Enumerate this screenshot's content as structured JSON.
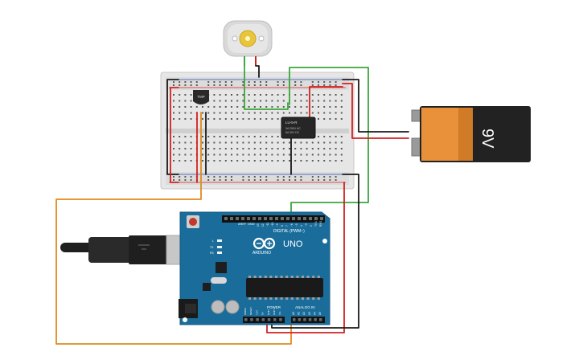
{
  "board": {
    "model": "UNO",
    "brand": "ARDUINO",
    "digital_label": "DIGITAL (PWM~)",
    "power_label": "POWER",
    "analog_label": "ANALOG IN",
    "aref_label": "AREF",
    "gnd_label": "GND",
    "tx_label": "TX",
    "rx_label": "RX",
    "l_label": "L",
    "power_pins": [
      "IOREF",
      "RESET",
      "3.3V",
      "5V",
      "GND",
      "GND",
      "Vin"
    ],
    "analog_pins": [
      "A0",
      "A1",
      "A2",
      "A3",
      "A4",
      "A5"
    ],
    "digital_pins": [
      "13",
      "12",
      "~11",
      "~10",
      "~9",
      "8",
      "7",
      "~6",
      "~5",
      "4",
      "~3",
      "2",
      "TX 1",
      "RX 0"
    ]
  },
  "battery": {
    "label": "9V"
  },
  "sensor": {
    "label": "TMP"
  },
  "relay": {
    "line1": "LU-5-R",
    "line2": "3A 250V AC",
    "line3": "5A 30V DC"
  },
  "colors": {
    "board_blue": "#1a6d9b",
    "breadboard": "#e8e8e8",
    "wire_red": "#d42020",
    "wire_black": "#1a1a1a",
    "wire_green": "#3aa83a",
    "wire_orange": "#e08a1e",
    "battery_orange": "#e9913a",
    "battery_black": "#222222"
  },
  "icons": [
    "dc-motor-icon",
    "usb-cable-icon",
    "temperature-sensor-icon",
    "relay-icon",
    "battery-9v-icon",
    "arduino-logo-icon"
  ]
}
